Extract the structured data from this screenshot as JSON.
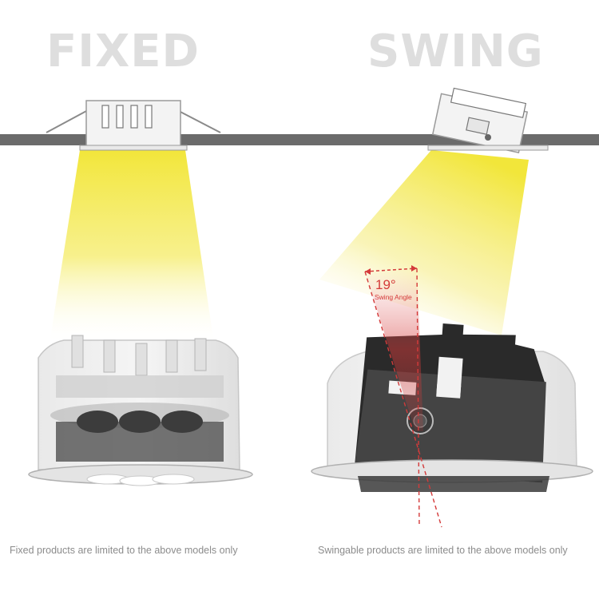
{
  "fixed": {
    "title": "FIXED",
    "caption": "Fixed products are limited to the above models only"
  },
  "swing": {
    "title": "SWING",
    "caption": "Swingable products are limited to the above models only",
    "angle_value": "19°",
    "angle_label": "Swing Angle"
  },
  "colors": {
    "beam": "#f2e63a",
    "ceiling": "#6b6b6b",
    "heading": "#dedede",
    "angle_marker": "#d43a3a",
    "caption": "#8c8c8c"
  }
}
